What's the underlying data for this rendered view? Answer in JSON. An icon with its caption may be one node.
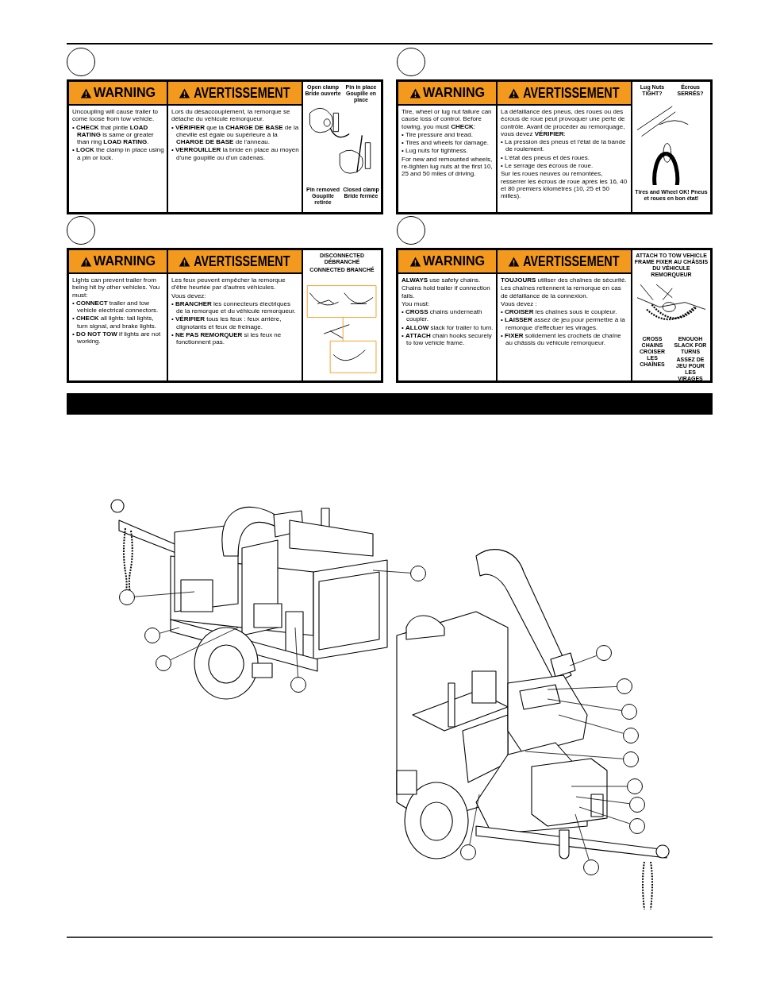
{
  "diagram": {
    "nodes": [
      {
        "text": [],
        "shape": "circle"
      },
      {
        "text": [
          "WARNING",
          "AVERTISSEMENT"
        ]
      },
      {
        "text": [
          "Uncoupling will cause trailer to come loose from tow vehicle.",
          "• **CHECK** that pintle **LOAD RATING** is same or greater than ring **LOAD RATING**.",
          "• **LOCK** the clamp in place using a pin or lock."
        ],
        "in": 1
      },
      {
        "text": [
          "Lors du désaccouplement, la remorque se détache du véhicule remorqueur.",
          "• **VÉRIFIER** que la **CHARGE DE BASE** de la cheville est égale ou supérieure à la **CHARGE DE BASE** de l'anneau.",
          "• **VERROUILLER** la bride en place au moyen d'une goupille ou d'un cadenas."
        ],
        "in": 1
      },
      {
        "text": [
          "Open clamp Bride ouverte",
          "Pin in place Goupille en place",
          "Pin removed Goupille retirée",
          "Closed clamp Bride fermée"
        ],
        "in": 1
      },
      {
        "text": [],
        "shape": "circle"
      },
      {
        "text": [
          "WARNING",
          "AVERTISSEMENT"
        ]
      },
      {
        "text": [
          "Tire, wheel or lug nut failure can cause loss of control. Before towing, you must **CHECK**:",
          "• Tire pressure and tread.",
          "• Tires and wheels for damage.",
          "• Lug nuts for tightness.",
          "For new and remounted wheels, re-tighten lug nuts at the first 10, 25 and 50 miles of driving."
        ],
        "in": 6
      },
      {
        "text": [
          "La défaillance des pneus, des roues ou des écrous de roue peut provoquer une perte de contrôle. Avant de procéder au remorquage, vous devez **VÉRIFIER**:",
          "• La pression des pneus et l'état de la bande de roulement.",
          "• L'état des pneus et des roues.",
          "• Le serrage des écrous de roue.",
          "Sur les roues neuves ou remontées, resserrer les écrous de roue après les 16, 40 et 80 premiers kilomètres (10, 25 et 50 milles)."
        ],
        "in": 6
      },
      {
        "text": [
          "Lug Nuts TIGHT?",
          "Écrous SERRÉS?",
          "Tires and Wheel OK! Pneus et roues en bon état!"
        ],
        "in": 6
      },
      {
        "text": [],
        "shape": "circle"
      },
      {
        "text": [
          "WARNING",
          "AVERTISSEMENT"
        ]
      },
      {
        "text": [
          "Lights can prevent trailer from being hit by other vehicles. You must:",
          "• **CONNECT** trailer and tow vehicle electrical connectors.",
          "• **CHECK** all lights: tail lights, turn signal, and brake lights.",
          "• **DO NOT TOW** if lights are not working."
        ],
        "in": 11
      },
      {
        "text": [
          "Les feux peuvent empêcher la remorque d'être heurtée par d'autres véhicules.",
          "Vous devez:",
          "• **BRANCHER** les connecteurs électriques de la remorque et du véhicule remorqueur.",
          "• **VÉRIFIER** tous les feux : feux arrière, clignotants et feux de freinage.",
          "• **NE PAS REMORQUER** si les feux ne fonctionnent pas."
        ],
        "in": 11
      },
      {
        "text": [
          "DISCONNECTED DÉBRANCHÉ",
          "CONNECTED BRANCHÉ"
        ],
        "in": 11
      },
      {
        "text": [],
        "shape": "circle"
      },
      {
        "text": [
          "WARNING",
          "AVERTISSEMENT"
        ]
      },
      {
        "text": [
          "**ALWAYS** use safety chains.",
          "Chains hold trailer if connection fails.",
          "You must:",
          "• **CROSS** chains underneath coupler.",
          "• **ALLOW** slack for trailer to turn.",
          "• **ATTACH** chain hooks securely to tow vehicle frame."
        ],
        "in": 16
      },
      {
        "text": [
          "**TOUJOURS** utiliser des chaînes de sécurité.",
          "Les chaînes retiennent la remorque en cas de défaillance de la connexion.",
          "Vous devez :",
          "• **CROISER** les chaînes sous le coupleur.",
          "• **LAISSER** assez de jeu pour permettre à la remorque d'effectuer les virages.",
          "• **FIXER** solidement les crochets de chaîne au châssis du véhicule remorqueur."
        ],
        "in": 16
      },
      {
        "text": [
          "ATTACH TO TOW VEHICLE FRAME FIXER AU CHÂSSIS DU VÉHICULE REMORQUEUR",
          "CROSS CHAINS CROISER LES CHAÎNES",
          "ENOUGH SLACK FOR TURNS",
          "ASSEZ DE JEU POUR LES VIRAGES"
        ],
        "in": 16
      },
      {
        "text": [],
        "shape": "bar"
      },
      {
        "text": [],
        "shape": "circle"
      },
      {
        "text": [],
        "shape": "circle"
      },
      {
        "text": [],
        "shape": "circle"
      },
      {
        "text": [],
        "shape": "circle"
      },
      {
        "text": [],
        "shape": "circle"
      },
      {
        "text": [],
        "shape": "circle"
      },
      {
        "text": [],
        "shape": "circle"
      },
      {
        "text": [],
        "shape": "circle"
      },
      {
        "text": [],
        "shape": "circle"
      },
      {
        "text": [],
        "shape": "circle"
      },
      {
        "text": [],
        "shape": "circle"
      },
      {
        "text": [],
        "shape": "circle"
      },
      {
        "text": [],
        "shape": "circle"
      },
      {
        "text": [],
        "shape": "circle"
      },
      {
        "text": [],
        "shape": "circle"
      }
    ],
    "edges": [
      {
        "from": 21,
        "to": null,
        "arrow": "none"
      },
      {
        "from": 22,
        "to": null,
        "arrow": "none"
      },
      {
        "from": 23,
        "to": null,
        "arrow": "none"
      },
      {
        "from": 24,
        "to": null,
        "arrow": "none"
      },
      {
        "from": 25,
        "to": null,
        "arrow": "none"
      },
      {
        "from": 26,
        "to": null,
        "arrow": "none"
      },
      {
        "from": 27,
        "to": null,
        "arrow": "none"
      },
      {
        "from": 28,
        "to": null,
        "arrow": "none"
      },
      {
        "from": 29,
        "to": null,
        "arrow": "none"
      },
      {
        "from": 30,
        "to": null,
        "arrow": "none"
      },
      {
        "from": 31,
        "to": null,
        "arrow": "none"
      },
      {
        "from": 32,
        "to": null,
        "arrow": "none"
      },
      {
        "from": 33,
        "to": null,
        "arrow": "none"
      },
      {
        "from": 34,
        "to": null,
        "arrow": "none"
      },
      {
        "from": 35,
        "to": null,
        "arrow": "none"
      }
    ]
  }
}
